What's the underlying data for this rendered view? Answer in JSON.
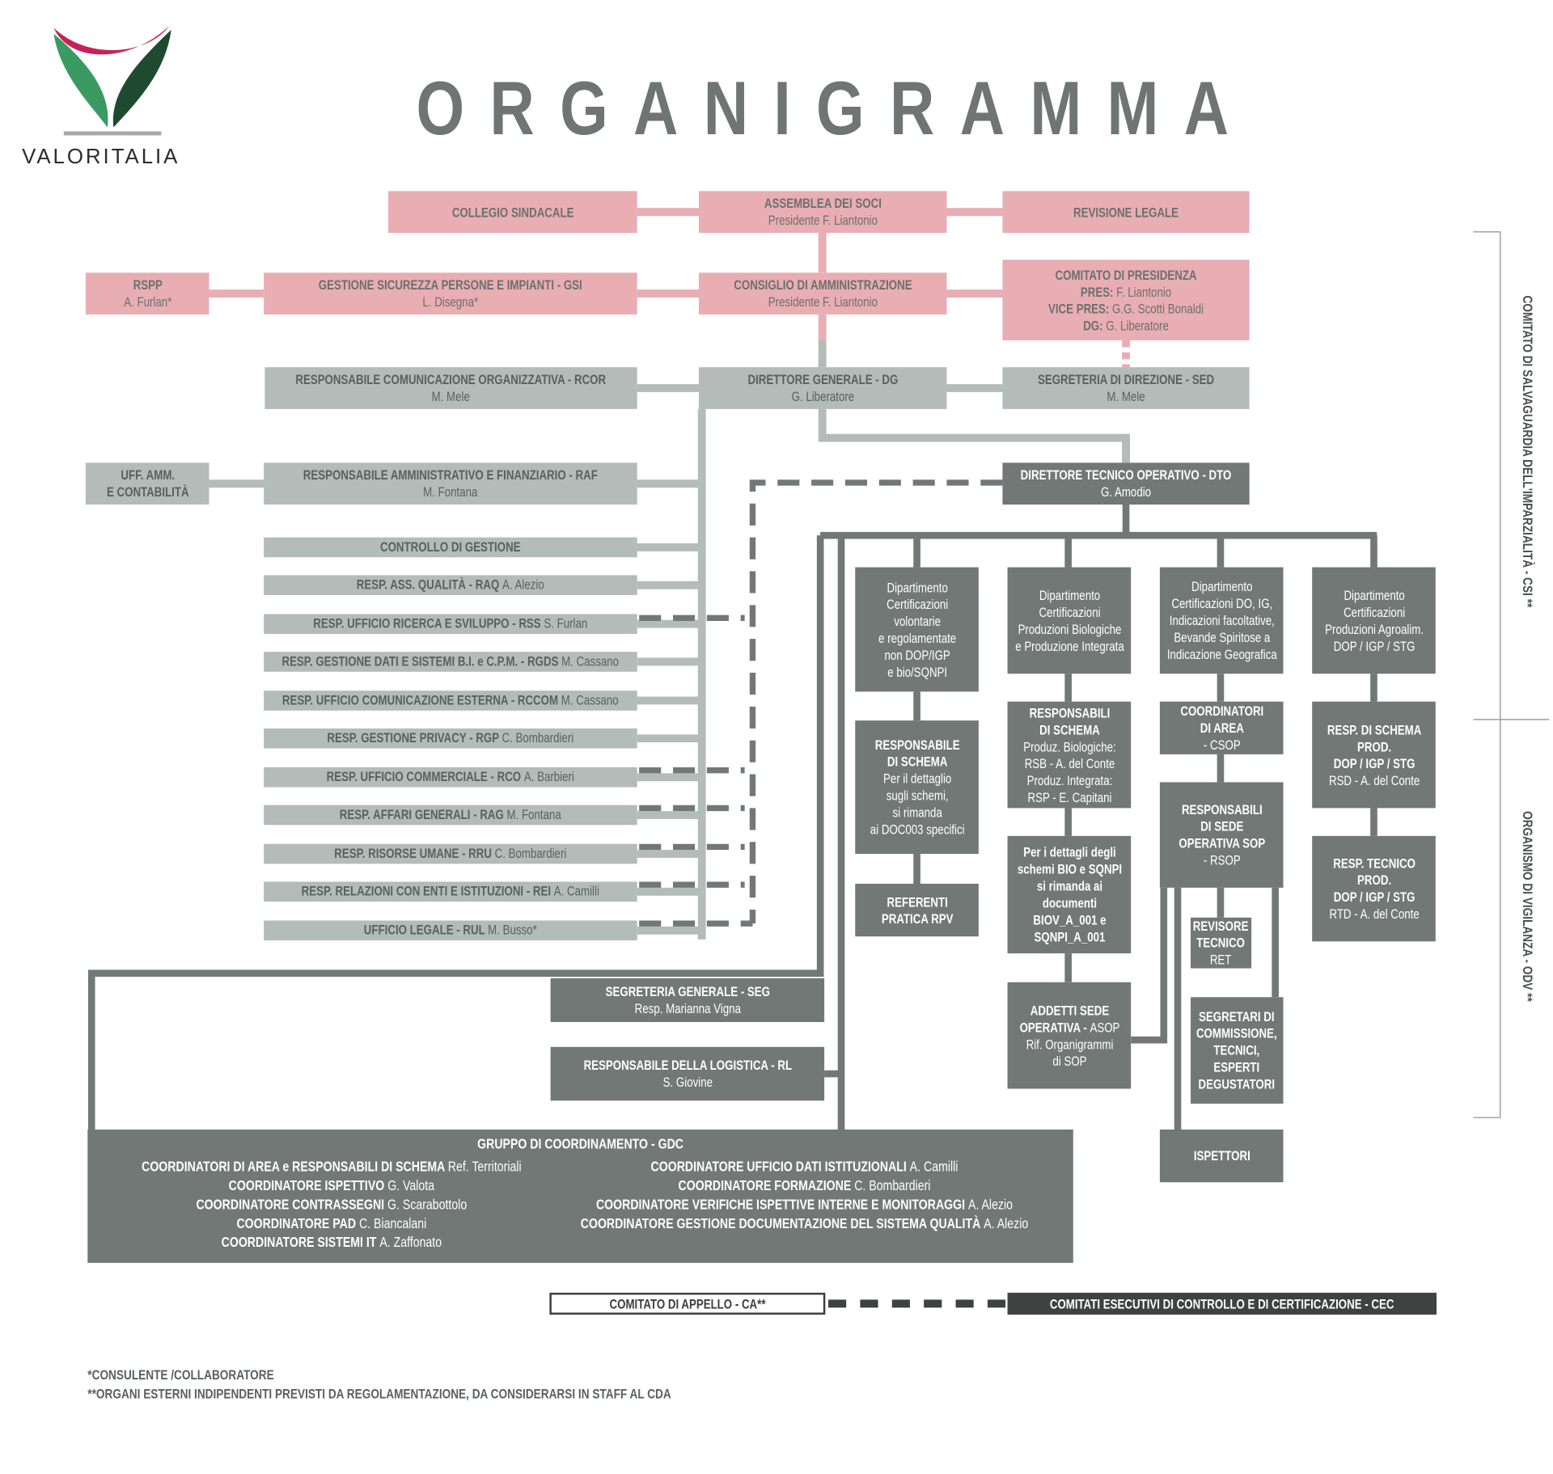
{
  "brand": {
    "name": "VALORITALIA",
    "colors": {
      "magenta": "#c8215a",
      "green": "#3a9a62",
      "dark_green": "#1e4a30"
    }
  },
  "title": "ORGANIGRAMMA",
  "colors": {
    "pink": "#e8aeb3",
    "light_gray": "#b3bcb8",
    "dark_gray": "#717875"
  },
  "boxes": {
    "collegio": {
      "lines": [
        [
          {
            "b": "COLLEGIO SINDACALE"
          }
        ]
      ]
    },
    "assemblea": {
      "lines": [
        [
          {
            "b": "ASSEMBLEA DEI SOCI"
          }
        ],
        [
          {
            "t": "Presidente F. Liantonio"
          }
        ]
      ]
    },
    "revisione": {
      "lines": [
        [
          {
            "b": "REVISIONE LEGALE"
          }
        ]
      ]
    },
    "rspp": {
      "lines": [
        [
          {
            "b": "RSPP"
          }
        ],
        [
          {
            "t": "A. Furlan*"
          }
        ]
      ]
    },
    "gsi": {
      "lines": [
        [
          {
            "b": "GESTIONE SICUREZZA PERSONE E IMPIANTI - GSI"
          }
        ],
        [
          {
            "t": "L. Disegna*"
          }
        ]
      ]
    },
    "cda": {
      "lines": [
        [
          {
            "b": "CONSIGLIO DI AMMINISTRAZIONE"
          }
        ],
        [
          {
            "t": "Presidente F. Liantonio"
          }
        ]
      ]
    },
    "presidenza": {
      "lines": [
        [
          {
            "b": "COMITATO DI PRESIDENZA"
          }
        ],
        [
          {
            "b": "PRES: "
          },
          {
            "t": "F. Liantonio"
          }
        ],
        [
          {
            "b": "VICE PRES: "
          },
          {
            "t": "G.G. Scotti Bonaldi"
          }
        ],
        [
          {
            "b": "DG: "
          },
          {
            "t": "G. Liberatore"
          }
        ]
      ]
    },
    "rcor": {
      "lines": [
        [
          {
            "b": "RESPONSABILE COMUNICAZIONE ORGANIZZATIVA - RCOR"
          }
        ],
        [
          {
            "t": "M. Mele"
          }
        ]
      ]
    },
    "dg": {
      "lines": [
        [
          {
            "b": "DIRETTORE GENERALE - DG"
          }
        ],
        [
          {
            "t": "G. Liberatore"
          }
        ]
      ]
    },
    "sed": {
      "lines": [
        [
          {
            "b": "SEGRETERIA DI DIREZIONE - SED"
          }
        ],
        [
          {
            "t": "M. Mele"
          }
        ]
      ]
    },
    "uffamm": {
      "lines": [
        [
          {
            "b": "UFF. AMM."
          }
        ],
        [
          {
            "b": "E CONTABILITÀ"
          }
        ]
      ]
    },
    "raf": {
      "lines": [
        [
          {
            "b": "RESPONSABILE AMMINISTRATIVO E FINANZIARIO - RAF"
          }
        ],
        [
          {
            "t": "M. Fontana"
          }
        ]
      ]
    },
    "dto": {
      "lines": [
        [
          {
            "b": "DIRETTORE TECNICO OPERATIVO - DTO"
          }
        ],
        [
          {
            "t": "G. Amodio"
          }
        ]
      ]
    },
    "l0": {
      "lines": [
        [
          {
            "b": "CONTROLLO DI GESTIONE"
          }
        ]
      ]
    },
    "l1": {
      "lines": [
        [
          {
            "b": "RESP. ASS. QUALITÀ - RAQ "
          },
          {
            "t": "A. Alezio"
          }
        ]
      ]
    },
    "l2": {
      "lines": [
        [
          {
            "b": "RESP. UFFICIO RICERCA E SVILUPPO - RSS "
          },
          {
            "t": "S. Furlan"
          }
        ]
      ]
    },
    "l3": {
      "lines": [
        [
          {
            "b": "RESP. GESTIONE DATI E SISTEMI B.I. e C.P.M. - RGDS "
          },
          {
            "t": "M. Cassano"
          }
        ]
      ]
    },
    "l4": {
      "lines": [
        [
          {
            "b": "RESP. UFFICIO COMUNICAZIONE ESTERNA - RCCOM "
          },
          {
            "t": "M. Cassano"
          }
        ]
      ]
    },
    "l5": {
      "lines": [
        [
          {
            "b": "RESP.  GESTIONE PRIVACY - RGP "
          },
          {
            "t": "C. Bombardieri"
          }
        ]
      ]
    },
    "l6": {
      "lines": [
        [
          {
            "b": "RESP. UFFICIO COMMERCIALE - RCO "
          },
          {
            "t": "A. Barbieri"
          }
        ]
      ]
    },
    "l7": {
      "lines": [
        [
          {
            "b": "RESP. AFFARI GENERALI - RAG "
          },
          {
            "t": "M. Fontana"
          }
        ]
      ]
    },
    "l8": {
      "lines": [
        [
          {
            "b": "RESP. RISORSE UMANE - RRU "
          },
          {
            "t": "C. Bombardieri"
          }
        ]
      ]
    },
    "l9": {
      "lines": [
        [
          {
            "b": "RESP. RELAZIONI CON ENTI E ISTITUZIONI - REI "
          },
          {
            "t": "A. Camilli"
          }
        ]
      ]
    },
    "l10": {
      "lines": [
        [
          {
            "b": "UFFICIO LEGALE - RUL "
          },
          {
            "t": "M. Busso*"
          }
        ]
      ]
    },
    "dept1": {
      "lines": [
        [
          {
            "t": "Dipartimento"
          }
        ],
        [
          {
            "t": "Certificazioni"
          }
        ],
        [
          {
            "t": "volontarie"
          }
        ],
        [
          {
            "t": "e regolamentate"
          }
        ],
        [
          {
            "t": "non DOP/IGP"
          }
        ],
        [
          {
            "t": "e bio/SQNPI"
          }
        ]
      ]
    },
    "dept2": {
      "lines": [
        [
          {
            "t": "Dipartimento"
          }
        ],
        [
          {
            "t": "Certificazioni"
          }
        ],
        [
          {
            "t": "Produzioni Biologiche"
          }
        ],
        [
          {
            "t": "e Produzione Integrata"
          }
        ]
      ]
    },
    "dept3": {
      "lines": [
        [
          {
            "t": "Dipartimento"
          }
        ],
        [
          {
            "t": "Certificazioni DO, IG,"
          }
        ],
        [
          {
            "t": "Indicazioni facoltative,"
          }
        ],
        [
          {
            "t": "Bevande Spiritose a"
          }
        ],
        [
          {
            "t": "Indicazione Geografica"
          }
        ]
      ]
    },
    "dept4": {
      "lines": [
        [
          {
            "t": "Dipartimento"
          }
        ],
        [
          {
            "t": "Certificazioni"
          }
        ],
        [
          {
            "t": "Produzioni Agroalim."
          }
        ],
        [
          {
            "t": "DOP / IGP / STG"
          }
        ]
      ]
    },
    "rs1": {
      "lines": [
        [
          {
            "b": "RESPONSABILE"
          }
        ],
        [
          {
            "b": "DI SCHEMA"
          }
        ],
        [
          {
            "t": "Per il dettaglio"
          }
        ],
        [
          {
            "t": "sugli schemi,"
          }
        ],
        [
          {
            "t": "si rimanda"
          }
        ],
        [
          {
            "t": "ai DOC003 specifici"
          }
        ]
      ]
    },
    "rpv": {
      "lines": [
        [
          {
            "b": "REFERENTI"
          }
        ],
        [
          {
            "b": "PRATICA RPV"
          }
        ]
      ]
    },
    "rs2": {
      "lines": [
        [
          {
            "b": "RESPONSABILI"
          }
        ],
        [
          {
            "b": "DI SCHEMA"
          }
        ],
        [
          {
            "t": "Produz. Biologiche:"
          }
        ],
        [
          {
            "t": "RSB - A. del Conte"
          }
        ],
        [
          {
            "t": "Produz. Integrata:"
          }
        ],
        [
          {
            "t": "RSP - E. Capitani"
          }
        ]
      ]
    },
    "bio": {
      "lines": [
        [
          {
            "b": "Per i dettagli degli"
          }
        ],
        [
          {
            "b": "schemi BIO e SQNPI"
          }
        ],
        [
          {
            "b": "si rimanda ai"
          }
        ],
        [
          {
            "b": "documenti"
          }
        ],
        [
          {
            "b": "BIOV_A_001 e"
          }
        ],
        [
          {
            "b": "SQNPI_A_001"
          }
        ]
      ]
    },
    "asop": {
      "lines": [
        [
          {
            "b": "ADDETTI SEDE"
          }
        ],
        [
          {
            "b": "OPERATIVA - "
          },
          {
            "t": "ASOP"
          }
        ],
        [
          {
            "t": "Rif. Organigrammi"
          }
        ],
        [
          {
            "t": "di SOP"
          }
        ]
      ]
    },
    "csop": {
      "lines": [
        [
          {
            "b": "COORDINATORI"
          }
        ],
        [
          {
            "b": "DI AREA"
          }
        ],
        [
          {
            "t": "- CSOP"
          }
        ]
      ]
    },
    "rsop": {
      "lines": [
        [
          {
            "b": "RESPONSABILI"
          }
        ],
        [
          {
            "b": "DI SEDE"
          }
        ],
        [
          {
            "b": "OPERATIVA SOP"
          }
        ],
        [
          {
            "t": "- RSOP"
          }
        ]
      ]
    },
    "ret": {
      "lines": [
        [
          {
            "b": "REVISORE"
          }
        ],
        [
          {
            "b": "TECNICO"
          }
        ],
        [
          {
            "t": "RET"
          }
        ]
      ]
    },
    "segretari": {
      "lines": [
        [
          {
            "b": "SEGRETARI DI"
          }
        ],
        [
          {
            "b": "COMMISSIONE,"
          }
        ],
        [
          {
            "b": "TECNICI,"
          }
        ],
        [
          {
            "b": "ESPERTI"
          }
        ],
        [
          {
            "b": "DEGUSTATORI"
          }
        ]
      ]
    },
    "ispettori": {
      "lines": [
        [
          {
            "b": "ISPETTORI"
          }
        ]
      ]
    },
    "rsd": {
      "lines": [
        [
          {
            "b": "RESP. DI SCHEMA"
          }
        ],
        [
          {
            "b": "PROD."
          }
        ],
        [
          {
            "b": "DOP / IGP / STG"
          }
        ],
        [
          {
            "t": "RSD - A. del Conte"
          }
        ]
      ]
    },
    "rtd": {
      "lines": [
        [
          {
            "b": "RESP. TECNICO"
          }
        ],
        [
          {
            "b": "PROD."
          }
        ],
        [
          {
            "b": "DOP / IGP / STG"
          }
        ],
        [
          {
            "t": "RTD - A. del Conte"
          }
        ]
      ]
    },
    "seg": {
      "lines": [
        [
          {
            "b": "SEGRETERIA GENERALE - SEG"
          }
        ],
        [
          {
            "t": "Resp. Marianna Vigna"
          }
        ]
      ]
    },
    "rl": {
      "lines": [
        [
          {
            "b": "RESPONSABILE DELLA LOGISTICA - RL"
          }
        ],
        [
          {
            "t": "S. Giovine"
          }
        ]
      ]
    },
    "appello": {
      "lines": [
        [
          {
            "b": "COMITATO DI APPELLO - CA**"
          }
        ]
      ]
    },
    "cec": {
      "lines": [
        [
          {
            "b": "COMITATI ESECUTIVI DI CONTROLLO E DI CERTIFICAZIONE - CEC"
          }
        ]
      ]
    }
  },
  "gdc": {
    "title": "GRUPPO DI COORDINAMENTO - GDC",
    "left": [
      {
        "b": "COORDINATORI DI AREA e RESPONSABILI DI SCHEMA ",
        "t": "Ref. Territoriali"
      },
      {
        "b": "COORDINATORE ISPETTIVO ",
        "t": "G. Valota"
      },
      {
        "b": "COORDINATORE CONTRASSEGNI ",
        "t": "G. Scarabottolo"
      },
      {
        "b": "COORDINATORE PAD ",
        "t": "C. Biancalani"
      },
      {
        "b": "COORDINATORE SISTEMI IT ",
        "t": "A. Zaffonato"
      }
    ],
    "right": [
      {
        "b": "COORDINATORE UFFICIO DATI ISTITUZIONALI ",
        "t": "A. Camilli"
      },
      {
        "b": "COORDINATORE FORMAZIONE ",
        "t": "C. Bombardieri"
      },
      {
        "b": "COORDINATORE VERIFICHE ISPETTIVE INTERNE E MONITORAGGI ",
        "t": "A. Alezio"
      },
      {
        "b": "COORDINATORE GESTIONE DOCUMENTAZIONE DEL SISTEMA QUALITÀ ",
        "t": "A. Alezio"
      }
    ]
  },
  "side_labels": {
    "csi": "COMITATO DI SALVAGUARDIA DELL'IMPARZIALITÀ - CSI **",
    "odv": "ORGANISMO DI VIGILANZA - ODV **"
  },
  "footnotes": [
    "*CONSULENTE /COLLABORATORE",
    "**ORGANI ESTERNI INDIPENDENTI PREVISTI DA REGOLAMENTAZIONE, DA CONSIDERARSI IN STAFF AL CDA"
  ]
}
